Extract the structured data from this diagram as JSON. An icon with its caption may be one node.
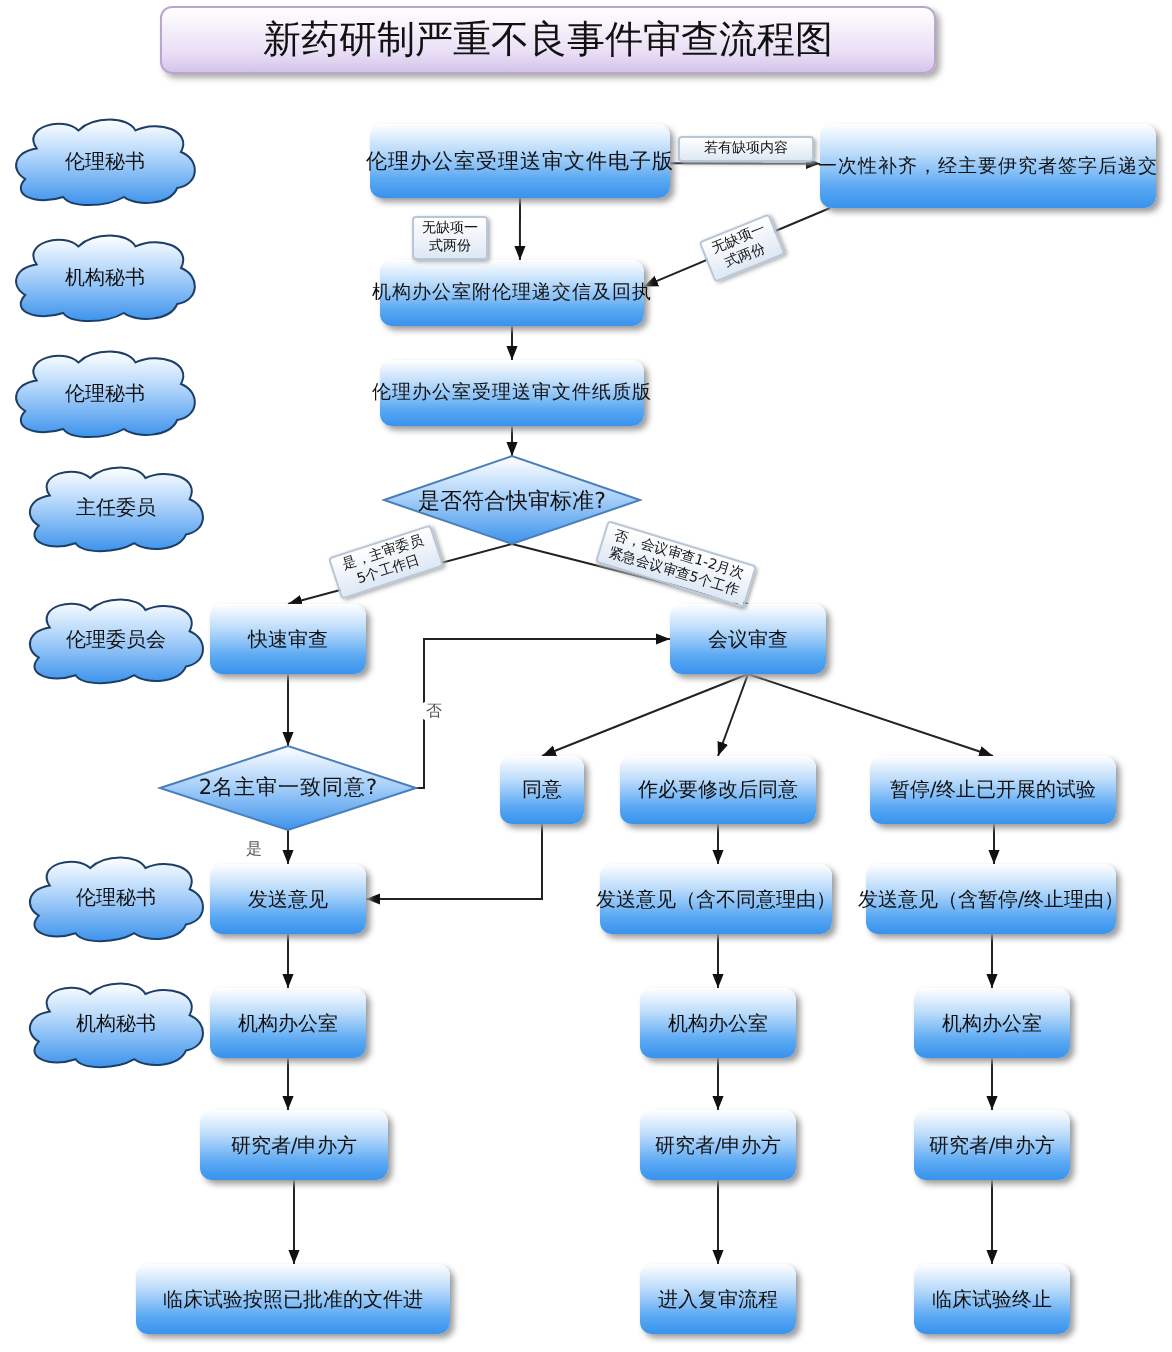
{
  "diagram": {
    "title": "新药研制严重不良事件审查流程图",
    "nodes": [
      {
        "text": [
          "伦理秘书"
        ]
      },
      {
        "text": [
          "伦理办公室受理送审文件电子版"
        ]
      },
      {
        "text": [
          "一次性补齐，经主要伊究者签字后递交"
        ]
      },
      {
        "text": [
          "机构秘书"
        ]
      },
      {
        "text": [
          "机构办公室附伦理递交信及回执"
        ]
      },
      {
        "text": [
          "伦理秘书"
        ]
      },
      {
        "text": [
          "伦理办公室受理送审文件纸质版"
        ]
      },
      {
        "text": [
          "主任委员"
        ]
      },
      {
        "text": [
          "是否符合快审标准?"
        ]
      },
      {
        "text": [
          "伦理委员会"
        ]
      },
      {
        "text": [
          "快速审查"
        ]
      },
      {
        "text": [
          "会议审查"
        ]
      },
      {
        "text": [
          "2名主审一致同意?"
        ]
      },
      {
        "text": [
          "同意"
        ]
      },
      {
        "text": [
          "作必要修改后同意"
        ]
      },
      {
        "text": [
          "暂停/终止已开展的试验"
        ]
      },
      {
        "text": [
          "伦理秘书"
        ]
      },
      {
        "text": [
          "发送意见"
        ]
      },
      {
        "text": [
          "发送意见（含不同意理由）"
        ]
      },
      {
        "text": [
          "发送意见（含暂停/终止理由）"
        ]
      },
      {
        "text": [
          "机构秘书"
        ]
      },
      {
        "text": [
          "机构办公室"
        ]
      },
      {
        "text": [
          "机构办公室"
        ]
      },
      {
        "text": [
          "机构办公室"
        ]
      },
      {
        "text": [
          "研究者/申办方"
        ]
      },
      {
        "text": [
          "研究者/申办方"
        ]
      },
      {
        "text": [
          "研究者/申办方"
        ]
      },
      {
        "text": [
          "临床试验按照已批准的文件进"
        ]
      },
      {
        "text": [
          "进入复审流程"
        ]
      },
      {
        "text": [
          "临床试验终止"
        ]
      }
    ],
    "edges": [
      {
        "from": 1,
        "to": 2,
        "arrow": "to",
        "label": "若有缺项内容"
      },
      {
        "from": 1,
        "to": 4,
        "arrow": "to",
        "label": "无缺项一式两份"
      },
      {
        "from": 2,
        "to": 4,
        "arrow": "to",
        "label": "无缺项一式两份"
      },
      {
        "from": 4,
        "to": 6,
        "arrow": "to"
      },
      {
        "from": 6,
        "to": 8,
        "arrow": "to"
      },
      {
        "from": 8,
        "to": 10,
        "arrow": "to",
        "label": "是，主审委员5个工作日"
      },
      {
        "from": 8,
        "to": 11,
        "arrow": "to",
        "label": "否，会议审查1-2月次紧急会议审查5个工作"
      },
      {
        "from": 10,
        "to": 12,
        "arrow": "to"
      },
      {
        "from": 12,
        "to": 11,
        "arrow": "to",
        "label": "否"
      },
      {
        "from": 12,
        "to": 17,
        "arrow": "to",
        "label": "是"
      },
      {
        "from": 11,
        "to": 13,
        "arrow": "to"
      },
      {
        "from": 11,
        "to": 14,
        "arrow": "to"
      },
      {
        "from": 11,
        "to": 15,
        "arrow": "to"
      },
      {
        "from": 13,
        "to": 17,
        "arrow": "to"
      },
      {
        "from": 14,
        "to": 18,
        "arrow": "to"
      },
      {
        "from": 15,
        "to": 19,
        "arrow": "to"
      },
      {
        "from": 17,
        "to": 21,
        "arrow": "to"
      },
      {
        "from": 18,
        "to": 22,
        "arrow": "to"
      },
      {
        "from": 19,
        "to": 23,
        "arrow": "to"
      },
      {
        "from": 21,
        "to": 24,
        "arrow": "to"
      },
      {
        "from": 22,
        "to": 25,
        "arrow": "to"
      },
      {
        "from": 23,
        "to": 26,
        "arrow": "to"
      },
      {
        "from": 24,
        "to": 27,
        "arrow": "to"
      },
      {
        "from": 25,
        "to": 28,
        "arrow": "to"
      },
      {
        "from": 26,
        "to": 29,
        "arrow": "to"
      }
    ]
  }
}
